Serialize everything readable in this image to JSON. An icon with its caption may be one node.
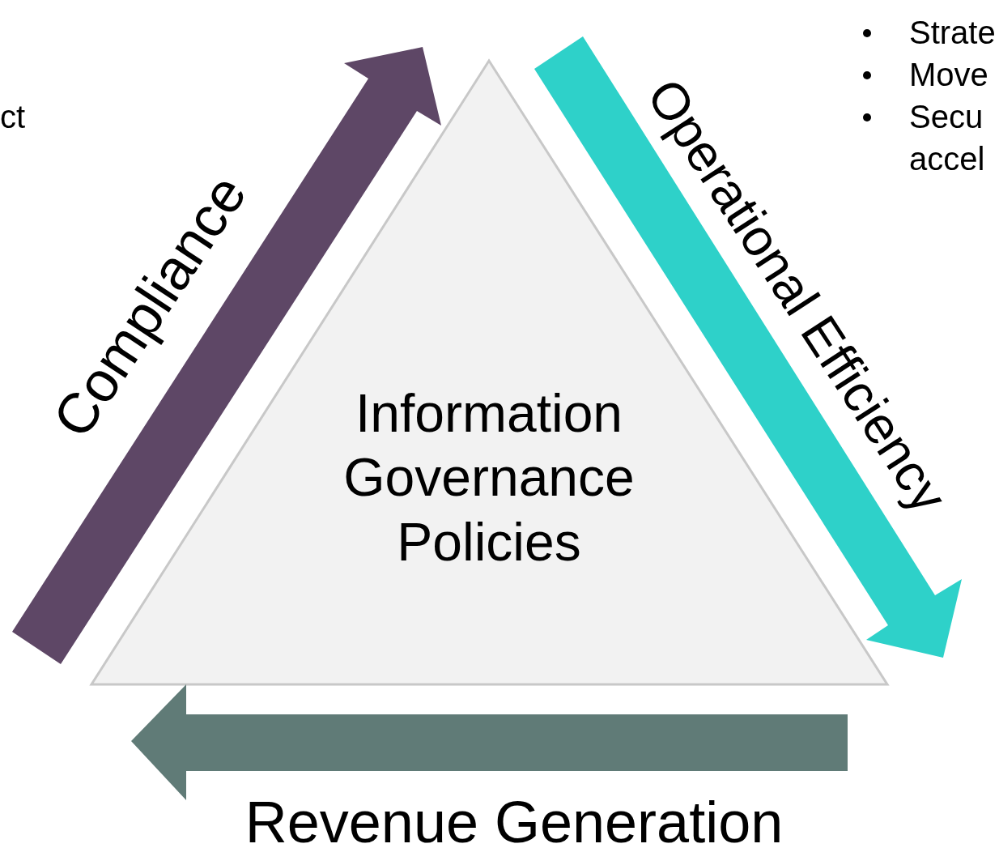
{
  "diagram": {
    "nodes": [
      {
        "text": [
          "Information Governance Policies"
        ]
      },
      {
        "text": [
          "Compliance"
        ]
      },
      {
        "text": [
          "Operational Efficiency"
        ]
      },
      {
        "text": [
          "Revenue Generation"
        ]
      }
    ],
    "labels": [
      "ct",
      "Strate",
      "Move",
      "Secu accel"
    ]
  }
}
